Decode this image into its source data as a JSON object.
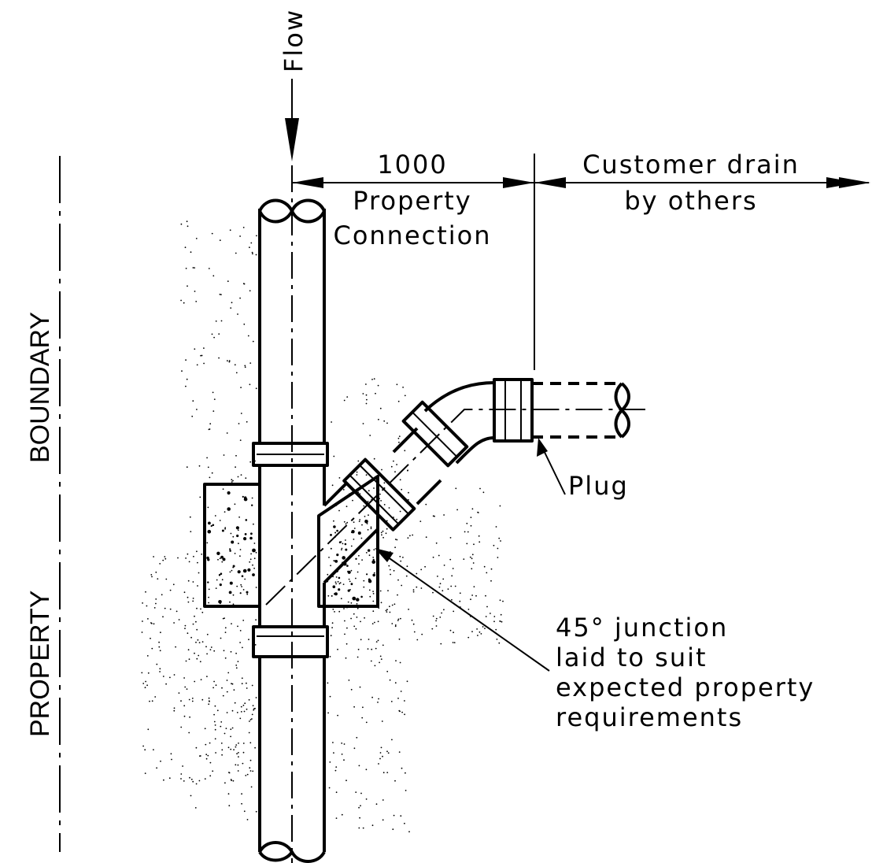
{
  "labels": {
    "flow": "Flow",
    "dimension": "1000",
    "property_connection_line1": "Property",
    "property_connection_line2": "Connection",
    "customer_drain_line1": "Customer drain",
    "customer_drain_line2": "by others",
    "plug": "Plug",
    "junction_line1": "45° junction",
    "junction_line2": "laid to suit",
    "junction_line3": "expected property",
    "junction_line4": "requirements",
    "boundary": "BOUNDARY",
    "property": "PROPERTY"
  },
  "colors": {
    "line": "#000000",
    "background": "#ffffff"
  }
}
